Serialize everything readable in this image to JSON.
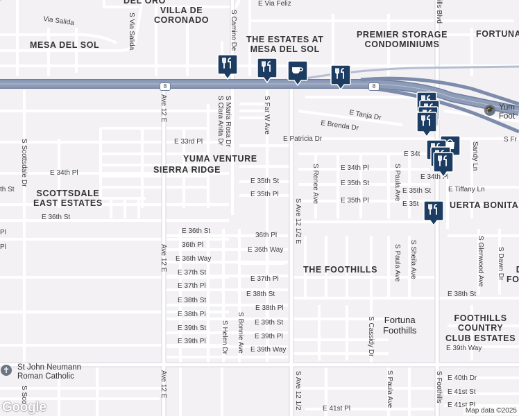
{
  "neighborhoods": [
    {
      "id": "villa-de-coronado",
      "text": "VILLA DE\nCORONADO"
    },
    {
      "id": "mesa-del-sol",
      "text": "MESA DEL SOL"
    },
    {
      "id": "estates-at-mesa-del-sol",
      "text": "THE ESTATES AT\nMESA DEL SOL"
    },
    {
      "id": "premier-storage",
      "text": "PREMIER STORAGE\nCONDOMINIUMS"
    },
    {
      "id": "fortuna",
      "text": "FORTUNA"
    },
    {
      "id": "yuma-venture",
      "text": "YUMA VENTURE"
    },
    {
      "id": "sierra-ridge",
      "text": "SIERRA RIDGE"
    },
    {
      "id": "scottsdale-east",
      "text": "SCOTTSDALE\nEAST ESTATES"
    },
    {
      "id": "the-foothills",
      "text": "THE FOOTHILLS"
    },
    {
      "id": "puerta-bonita",
      "text": "UERTA BONITA"
    },
    {
      "id": "foothills-cc",
      "text": "FOOTHILLS\nCOUNTRY\nCLUB ESTATES"
    },
    {
      "id": "foot-right",
      "text": "D\nFOOT"
    },
    {
      "id": "del-oro",
      "text": "DEL ORO"
    }
  ],
  "towns": [
    {
      "id": "fortuna-foothills",
      "text": "Fortuna\nFoothills"
    }
  ],
  "streets_h": [
    {
      "id": "e-via-feliz",
      "text": "E Via Feliz"
    },
    {
      "id": "via-salida",
      "text": "Via Salida"
    },
    {
      "id": "e-tanja-dr",
      "text": "E Tanja Dr"
    },
    {
      "id": "e-brenda-dr",
      "text": "E Brenda Dr"
    },
    {
      "id": "e-33rd-pl",
      "text": "E 33rd Pl"
    },
    {
      "id": "e-patricia-dr",
      "text": "E Patricia Dr"
    },
    {
      "id": "e-34t",
      "text": "E 34t"
    },
    {
      "id": "e-34th-pl-left",
      "text": "E 34th Pl"
    },
    {
      "id": "e-34th-pl-mid",
      "text": "E 34th Pl"
    },
    {
      "id": "e-34th-pl-right",
      "text": "E 34th Pl"
    },
    {
      "id": "th-st-edge",
      "text": "th St"
    },
    {
      "id": "e-35th-st-1",
      "text": "E 35th St"
    },
    {
      "id": "e-35th-st-2",
      "text": "E 35th St"
    },
    {
      "id": "e-35th-st-3",
      "text": "E 35th St"
    },
    {
      "id": "e-tiffany-ln",
      "text": "E Tiffany Ln"
    },
    {
      "id": "e-35th-pl-1",
      "text": "E 35th Pl"
    },
    {
      "id": "e-35th-pl-2",
      "text": "E 35th Pl"
    },
    {
      "id": "e-35t",
      "text": "E 35t"
    },
    {
      "id": "e-36th-st-left",
      "text": "E 36th St"
    },
    {
      "id": "e-36th-st-mid",
      "text": "E 36th St"
    },
    {
      "id": "pl-edge-1",
      "text": "Pl"
    },
    {
      "id": "pl-edge-2",
      "text": "Pl"
    },
    {
      "id": "p36th-pl",
      "text": "36th Pl"
    },
    {
      "id": "p36th-pl-2",
      "text": "36th Pl"
    },
    {
      "id": "e-36th-way-1",
      "text": "E 36th Way"
    },
    {
      "id": "e-36th-way-2",
      "text": "E 36th Way"
    },
    {
      "id": "e-37th-st",
      "text": "E 37th St"
    },
    {
      "id": "e-37th-pl-1",
      "text": "E 37th Pl"
    },
    {
      "id": "e-37th-pl-2",
      "text": "E 37th Pl"
    },
    {
      "id": "e-38th-st-1",
      "text": "E 38th St"
    },
    {
      "id": "e-38th-st-2",
      "text": "E 38th St"
    },
    {
      "id": "e-38th-st-3",
      "text": "E 38th St"
    },
    {
      "id": "e-38th-pl-1",
      "text": "E 38th Pl"
    },
    {
      "id": "e-38th-pl-2",
      "text": "E 38th Pl"
    },
    {
      "id": "e-39th-st-1",
      "text": "E 39th St"
    },
    {
      "id": "e-39th-st-2",
      "text": "E 39th St"
    },
    {
      "id": "e-39th-pl-1",
      "text": "E 39th Pl"
    },
    {
      "id": "e-39th-pl-2",
      "text": "E 39th Pl"
    },
    {
      "id": "e-39th-way-1",
      "text": "E 39th Way"
    },
    {
      "id": "e-39th-way-2",
      "text": "E 39th Way"
    },
    {
      "id": "e-40th-dr",
      "text": "E 40th Dr"
    },
    {
      "id": "e-41st-st",
      "text": "E 41st St"
    },
    {
      "id": "e-41st-pl-1",
      "text": "E 41st Pl"
    },
    {
      "id": "e-41st-pl-2",
      "text": "E 41st Pl"
    },
    {
      "id": "s-fr",
      "text": "S Fr"
    }
  ],
  "streets_v": [
    {
      "id": "s-via-salida",
      "text": "S Via Salida"
    },
    {
      "id": "s-camino-de",
      "text": "S Camino De"
    },
    {
      "id": "s-maria-rosa-dr",
      "text": "S Maria Rosa Dr"
    },
    {
      "id": "s-clara-anita-dr",
      "text": "S Clara Anita Dr"
    },
    {
      "id": "s-far-w-ave",
      "text": "S Far W Ave"
    },
    {
      "id": "s-scottsdale-dr",
      "text": "S Scottsdale Dr"
    },
    {
      "id": "s-scot",
      "text": "S Scot"
    },
    {
      "id": "ave-12-e-1",
      "text": "Ave 12 E"
    },
    {
      "id": "ave-12-e-2",
      "text": "Ave 12 E"
    },
    {
      "id": "ave-12-e-3",
      "text": "Ave 12 E"
    },
    {
      "id": "s-renee-ave",
      "text": "S Renee Ave"
    },
    {
      "id": "s-ave-12-half-e",
      "text": "S Ave 12 1/2 E"
    },
    {
      "id": "s-ave-12-half-bottom",
      "text": "S Ave 12 1/2"
    },
    {
      "id": "s-paula-ave-1",
      "text": "S Paula Ave"
    },
    {
      "id": "s-paula-ave-2",
      "text": "S Paula Ave"
    },
    {
      "id": "s-paula-ave-3",
      "text": "S Paula Ave"
    },
    {
      "id": "s-sheila-ave",
      "text": "S Sheila Ave"
    },
    {
      "id": "s-helen-dr",
      "text": "S Helen Dr"
    },
    {
      "id": "s-bonnie-ave",
      "text": "S Bonnie Ave"
    },
    {
      "id": "s-cassidy-dr",
      "text": "S Cassidy Dr"
    },
    {
      "id": "s-foothills",
      "text": "S Foothills"
    },
    {
      "id": "s-glenwood-ave",
      "text": "S Glenwood Ave"
    },
    {
      "id": "s-dawn-dr",
      "text": "S Dawn Dr"
    },
    {
      "id": "sandy-ln",
      "text": "Sandy Ln"
    },
    {
      "id": "ills-blvd",
      "text": "ills Blvd"
    }
  ],
  "places": [
    {
      "id": "st-john-neumann",
      "text": "St John Neumann\nRoman Catholic"
    },
    {
      "id": "yuma-foothills",
      "text": "Yum\nFoot"
    }
  ],
  "shields": [
    {
      "id": "i8-1",
      "text": "8"
    },
    {
      "id": "i8-2",
      "text": "8"
    }
  ],
  "pins": [
    {
      "id": "pin-1",
      "icon": "restaurant"
    },
    {
      "id": "pin-2",
      "icon": "restaurant"
    },
    {
      "id": "pin-3",
      "icon": "cafe"
    },
    {
      "id": "pin-4",
      "icon": "restaurant"
    },
    {
      "id": "pin-5",
      "icon": "restaurant"
    },
    {
      "id": "pin-6",
      "icon": "restaurant"
    },
    {
      "id": "pin-7",
      "icon": "restaurant"
    },
    {
      "id": "pin-8",
      "icon": "restaurant"
    },
    {
      "id": "pin-9",
      "icon": "shopping"
    },
    {
      "id": "pin-10",
      "icon": "restaurant"
    },
    {
      "id": "pin-11",
      "icon": "restaurant"
    },
    {
      "id": "pin-12",
      "icon": "restaurant"
    },
    {
      "id": "pin-13",
      "icon": "restaurant"
    }
  ],
  "branding": {
    "logo": "Google",
    "attribution": "Map data ©2025"
  },
  "colors": {
    "background": "#f3f1f4",
    "road": "#ffffff",
    "road_outline": "#d6d3da",
    "highway": "#8e9cb8",
    "highway_outline": "#6f7f9f",
    "pin": "#1c3c61"
  }
}
